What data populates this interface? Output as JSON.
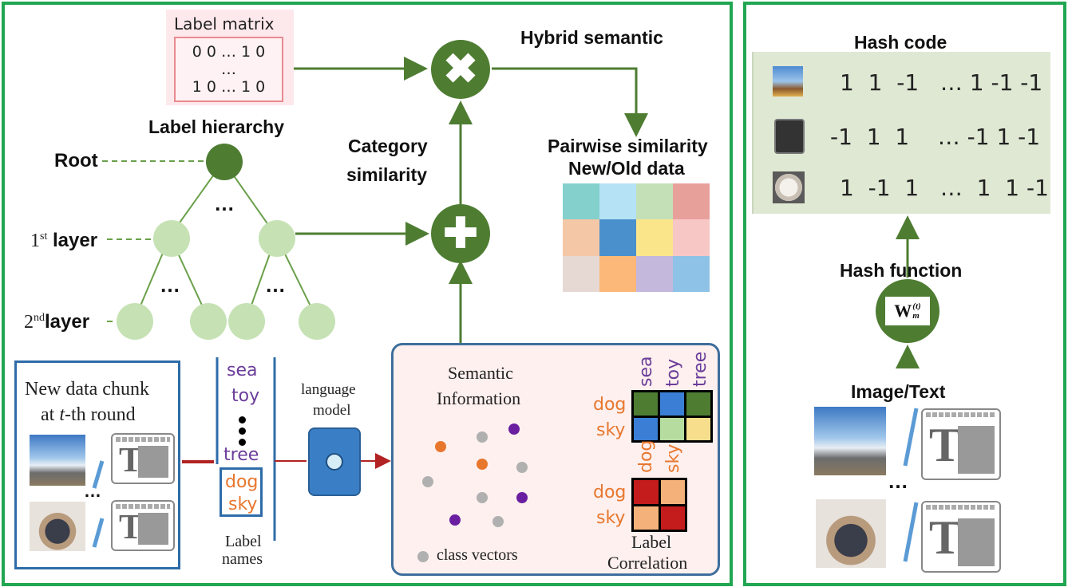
{
  "label_matrix": {
    "title": "Label matrix",
    "row1": "0 0 … 1 0",
    "row2": "…",
    "row3": "1 0 … 1 0"
  },
  "hybrid_semantic": "Hybrid semantic",
  "label_hierarchy": "Label hierarchy",
  "category_similarity_line1": "Category",
  "category_similarity_line2": "similarity",
  "pairwise_line1": "Pairwise similarity",
  "pairwise_line2": "New/Old data",
  "multiply_symbol": "✖",
  "plus_symbol": "✚",
  "ellipsis": "…",
  "root_label": "Root",
  "layer1": {
    "num": "1",
    "sup": "st",
    "word": "layer"
  },
  "layer2": {
    "num": "2",
    "sup": "nd",
    "word": "layer"
  },
  "similarity_colors": [
    "#83d0cc",
    "#b6e2f5",
    "#c3e0b7",
    "#e8a09b",
    "#f4c8a6",
    "#4a90cc",
    "#fbe58a",
    "#f7c7c5",
    "#e6d9d3",
    "#fbb878",
    "#c4b8dd",
    "#8ec2e6"
  ],
  "new_data": {
    "line1": "New data chunk",
    "line2_pre": "at ",
    "line2_t": "t",
    "line2_post": "-th round"
  },
  "label_words": [
    "sea",
    "toy",
    "tree"
  ],
  "label_new_words": [
    "dog",
    "sky"
  ],
  "label_names_line1": "Label",
  "label_names_line2": "names",
  "language_model_line1": "language",
  "language_model_line2": "model",
  "semantic_info_line1": "Semantic",
  "semantic_info_line2": "Information",
  "class_vectors": "class vectors",
  "corr_top_words": [
    "sea",
    "toy",
    "tree"
  ],
  "corr_left_words": [
    "dog",
    "sky"
  ],
  "corr_grid1": [
    "#4e7d32",
    "#3a7fd5",
    "#4e7d32",
    "#3a7fd5",
    "#b6dca0",
    "#f6de8c"
  ],
  "corr_grid2": [
    "#c41c1c",
    "#f4b27a",
    "#f4b27a",
    "#c41c1c"
  ],
  "label_correlation_line1": "Label",
  "label_correlation_line2": "Correlation",
  "hash_code_title": "Hash code",
  "hash_rows": [
    "1  1  -1   … 1 -1 -1",
    "-1  1  1    … -1 1 -1",
    "1  -1  1   …  1  1 -1"
  ],
  "hash_function": "Hash function",
  "hash_weight": {
    "base": "W",
    "sub": "m",
    "sup": "(t)"
  },
  "image_text": "Image/Text",
  "colors": {
    "frame": "#21a651",
    "node_dark": "#4e7d32",
    "node_light": "#c6e2b4",
    "arrow": "#4e7d32",
    "purple": "#6a3d9a",
    "orange": "#e8772e"
  }
}
